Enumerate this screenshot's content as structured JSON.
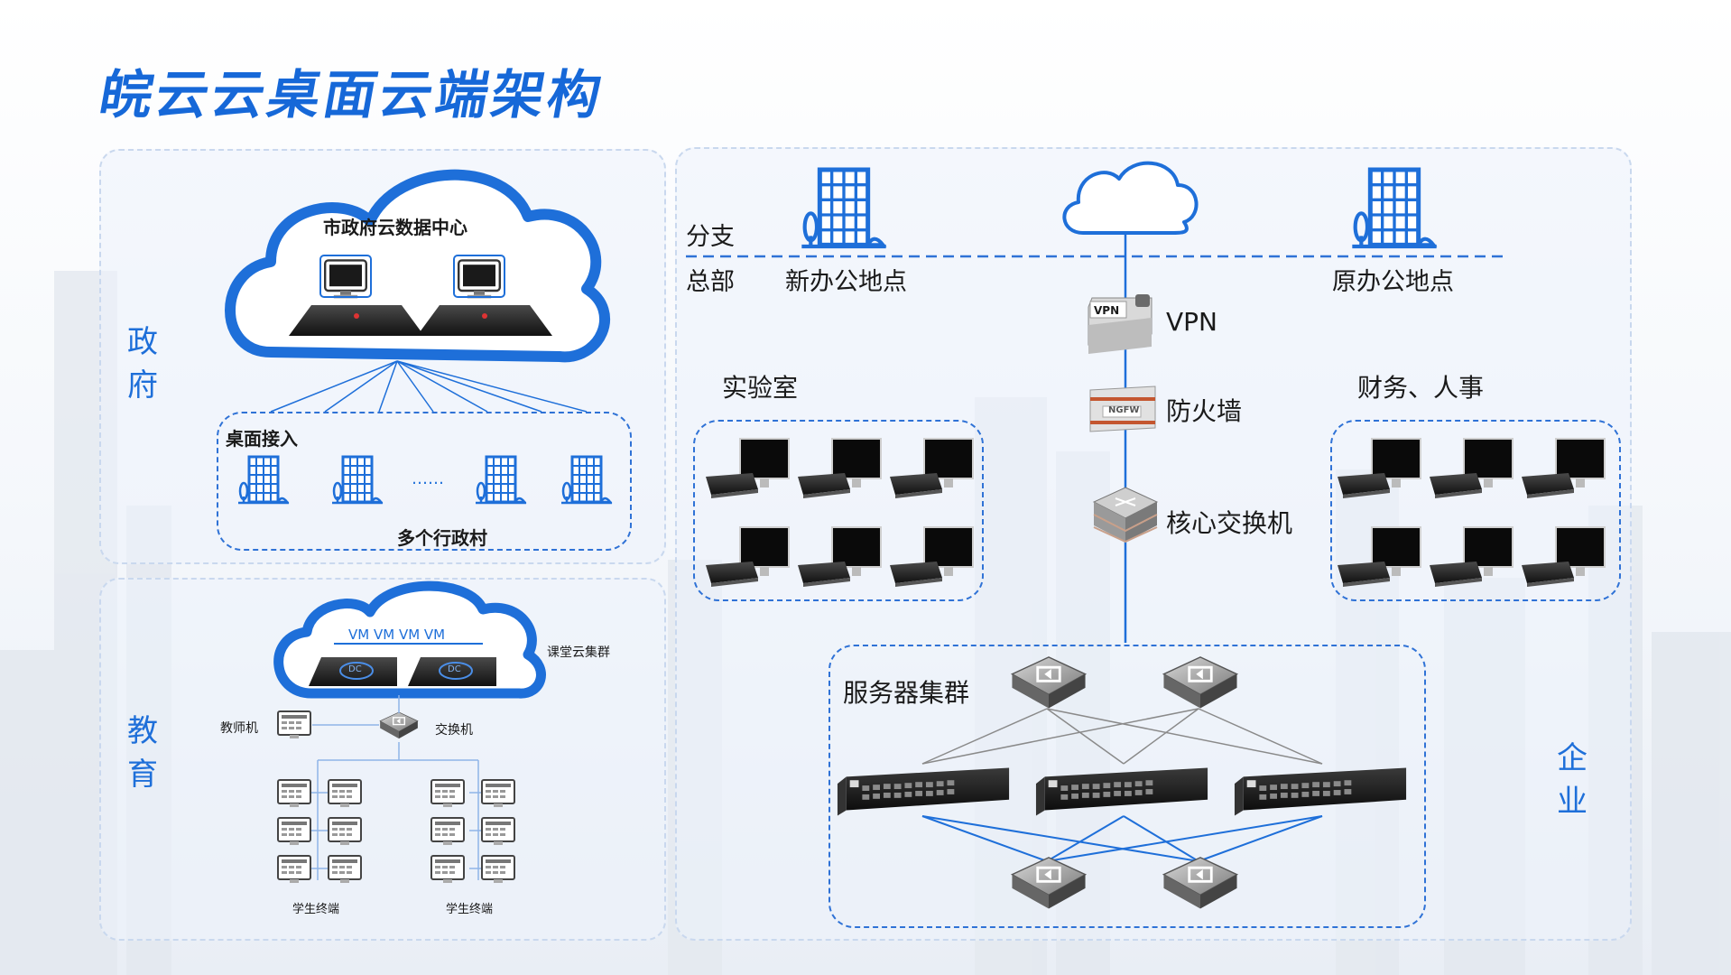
{
  "title": "皖云云桌面云端架构",
  "government": {
    "side_label": "政\n府",
    "cloud_label": "市政府云数据中心",
    "access_label": "桌面接入",
    "ellipsis": "……",
    "villages_label": "多个行政村"
  },
  "education": {
    "side_label": "教\n育",
    "vm_label": "VM VM VM VM",
    "cluster_label": "课堂云集群",
    "teacher_label": "教师机",
    "switch_label": "交换机",
    "student_label_left": "学生终端",
    "student_label_right": "学生终端",
    "dc_label": "DC"
  },
  "enterprise": {
    "side_label": "企\n业",
    "branch_label": "分支",
    "hq_label": "总部",
    "new_office_label": "新办公地点",
    "old_office_label": "原办公地点",
    "vpn_label": "VPN",
    "firewall_label": "防火墙",
    "core_switch_label": "核心交换机",
    "lab_label": "实验室",
    "finance_label": "财务、人事",
    "server_cluster_label": "服务器集群",
    "vpn_badge": "VPN",
    "ngfw_badge": "NGFW"
  },
  "colors": {
    "accent": "#1e6fd9",
    "dashed": "#2f72d6",
    "title": "#1668d8"
  }
}
